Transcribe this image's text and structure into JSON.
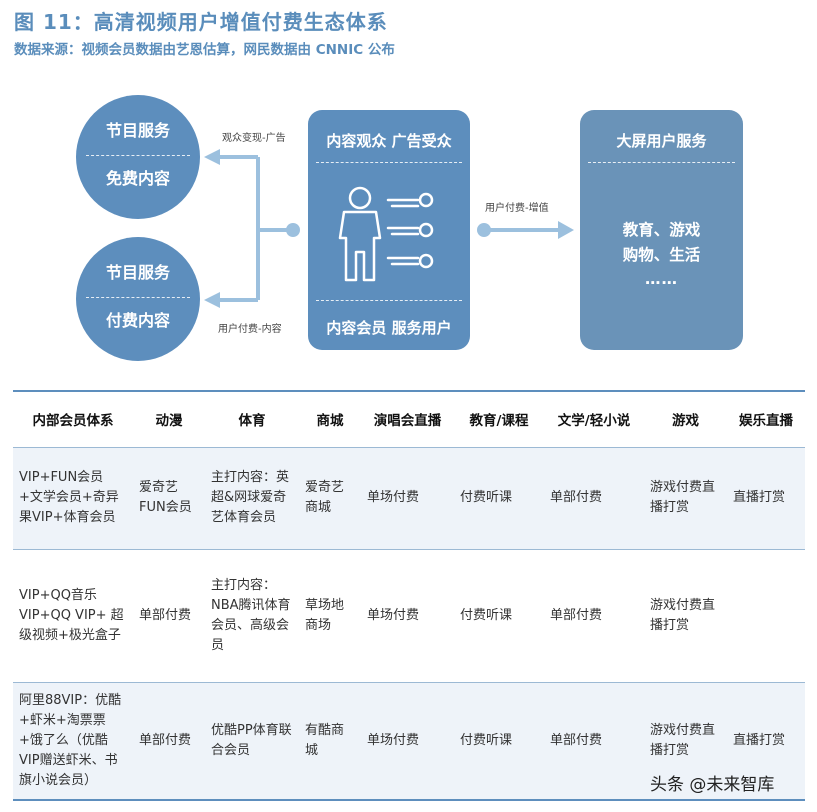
{
  "header": {
    "title": "图 11：高清视频用户增值付费生态体系",
    "source": "数据来源：视频会员数据由艺恩估算，网民数据由 CNNIC 公布"
  },
  "diagram": {
    "circle1": {
      "top": "节目服务",
      "bottom": "免费内容"
    },
    "circle2": {
      "top": "节目服务",
      "bottom": "付费内容"
    },
    "center": {
      "top": "内容观众 广告受众",
      "bottom": "内容会员 服务用户"
    },
    "right": {
      "title": "大屏用户服务",
      "line1": "教育、游戏",
      "line2": "购物、生活",
      "line3": "……"
    },
    "labels": {
      "ad": "观众变现-广告",
      "content": "用户付费-内容",
      "value_added": "用户付费-增值"
    }
  },
  "table": {
    "headers": [
      "内部会员体系",
      "动漫",
      "体育",
      "商城",
      "演唱会直播",
      "教育/课程",
      "文学/轻小说",
      "游戏",
      "娱乐直播"
    ],
    "rows": [
      [
        "VIP+FUN会员+文学会员+奇异果VIP+体育会员",
        "爱奇艺FUN会员",
        "主打内容：英超&网球爱奇艺体育会员",
        "爱奇艺商城",
        "单场付费",
        "付费听课",
        "单部付费",
        "游戏付费直播打赏",
        "直播打赏"
      ],
      [
        "VIP+QQ音乐VIP+QQ VIP+ 超级视频+极光盒子",
        "单部付费",
        "主打内容：NBA腾讯体育会员、高级会员",
        "草场地商场",
        "单场付费",
        "付费听课",
        "单部付费",
        "游戏付费直播打赏",
        ""
      ],
      [
        "阿里88VIP：优酷+虾米+淘票票+饿了么（优酷VIP赠送虾米、书旗小说会员）",
        "单部付费",
        "优酷PP体育联合会员",
        "有酷商城",
        "单场付费",
        "付费听课",
        "单部付费",
        "游戏付费直播打赏",
        "直播打赏"
      ]
    ]
  },
  "watermark": "头条 @未来智库",
  "colors": {
    "accent": "#5d8ebd",
    "right_panel": "#6a93b8",
    "arrow": "#9cc0de",
    "row_shade": "#eef3f9"
  }
}
